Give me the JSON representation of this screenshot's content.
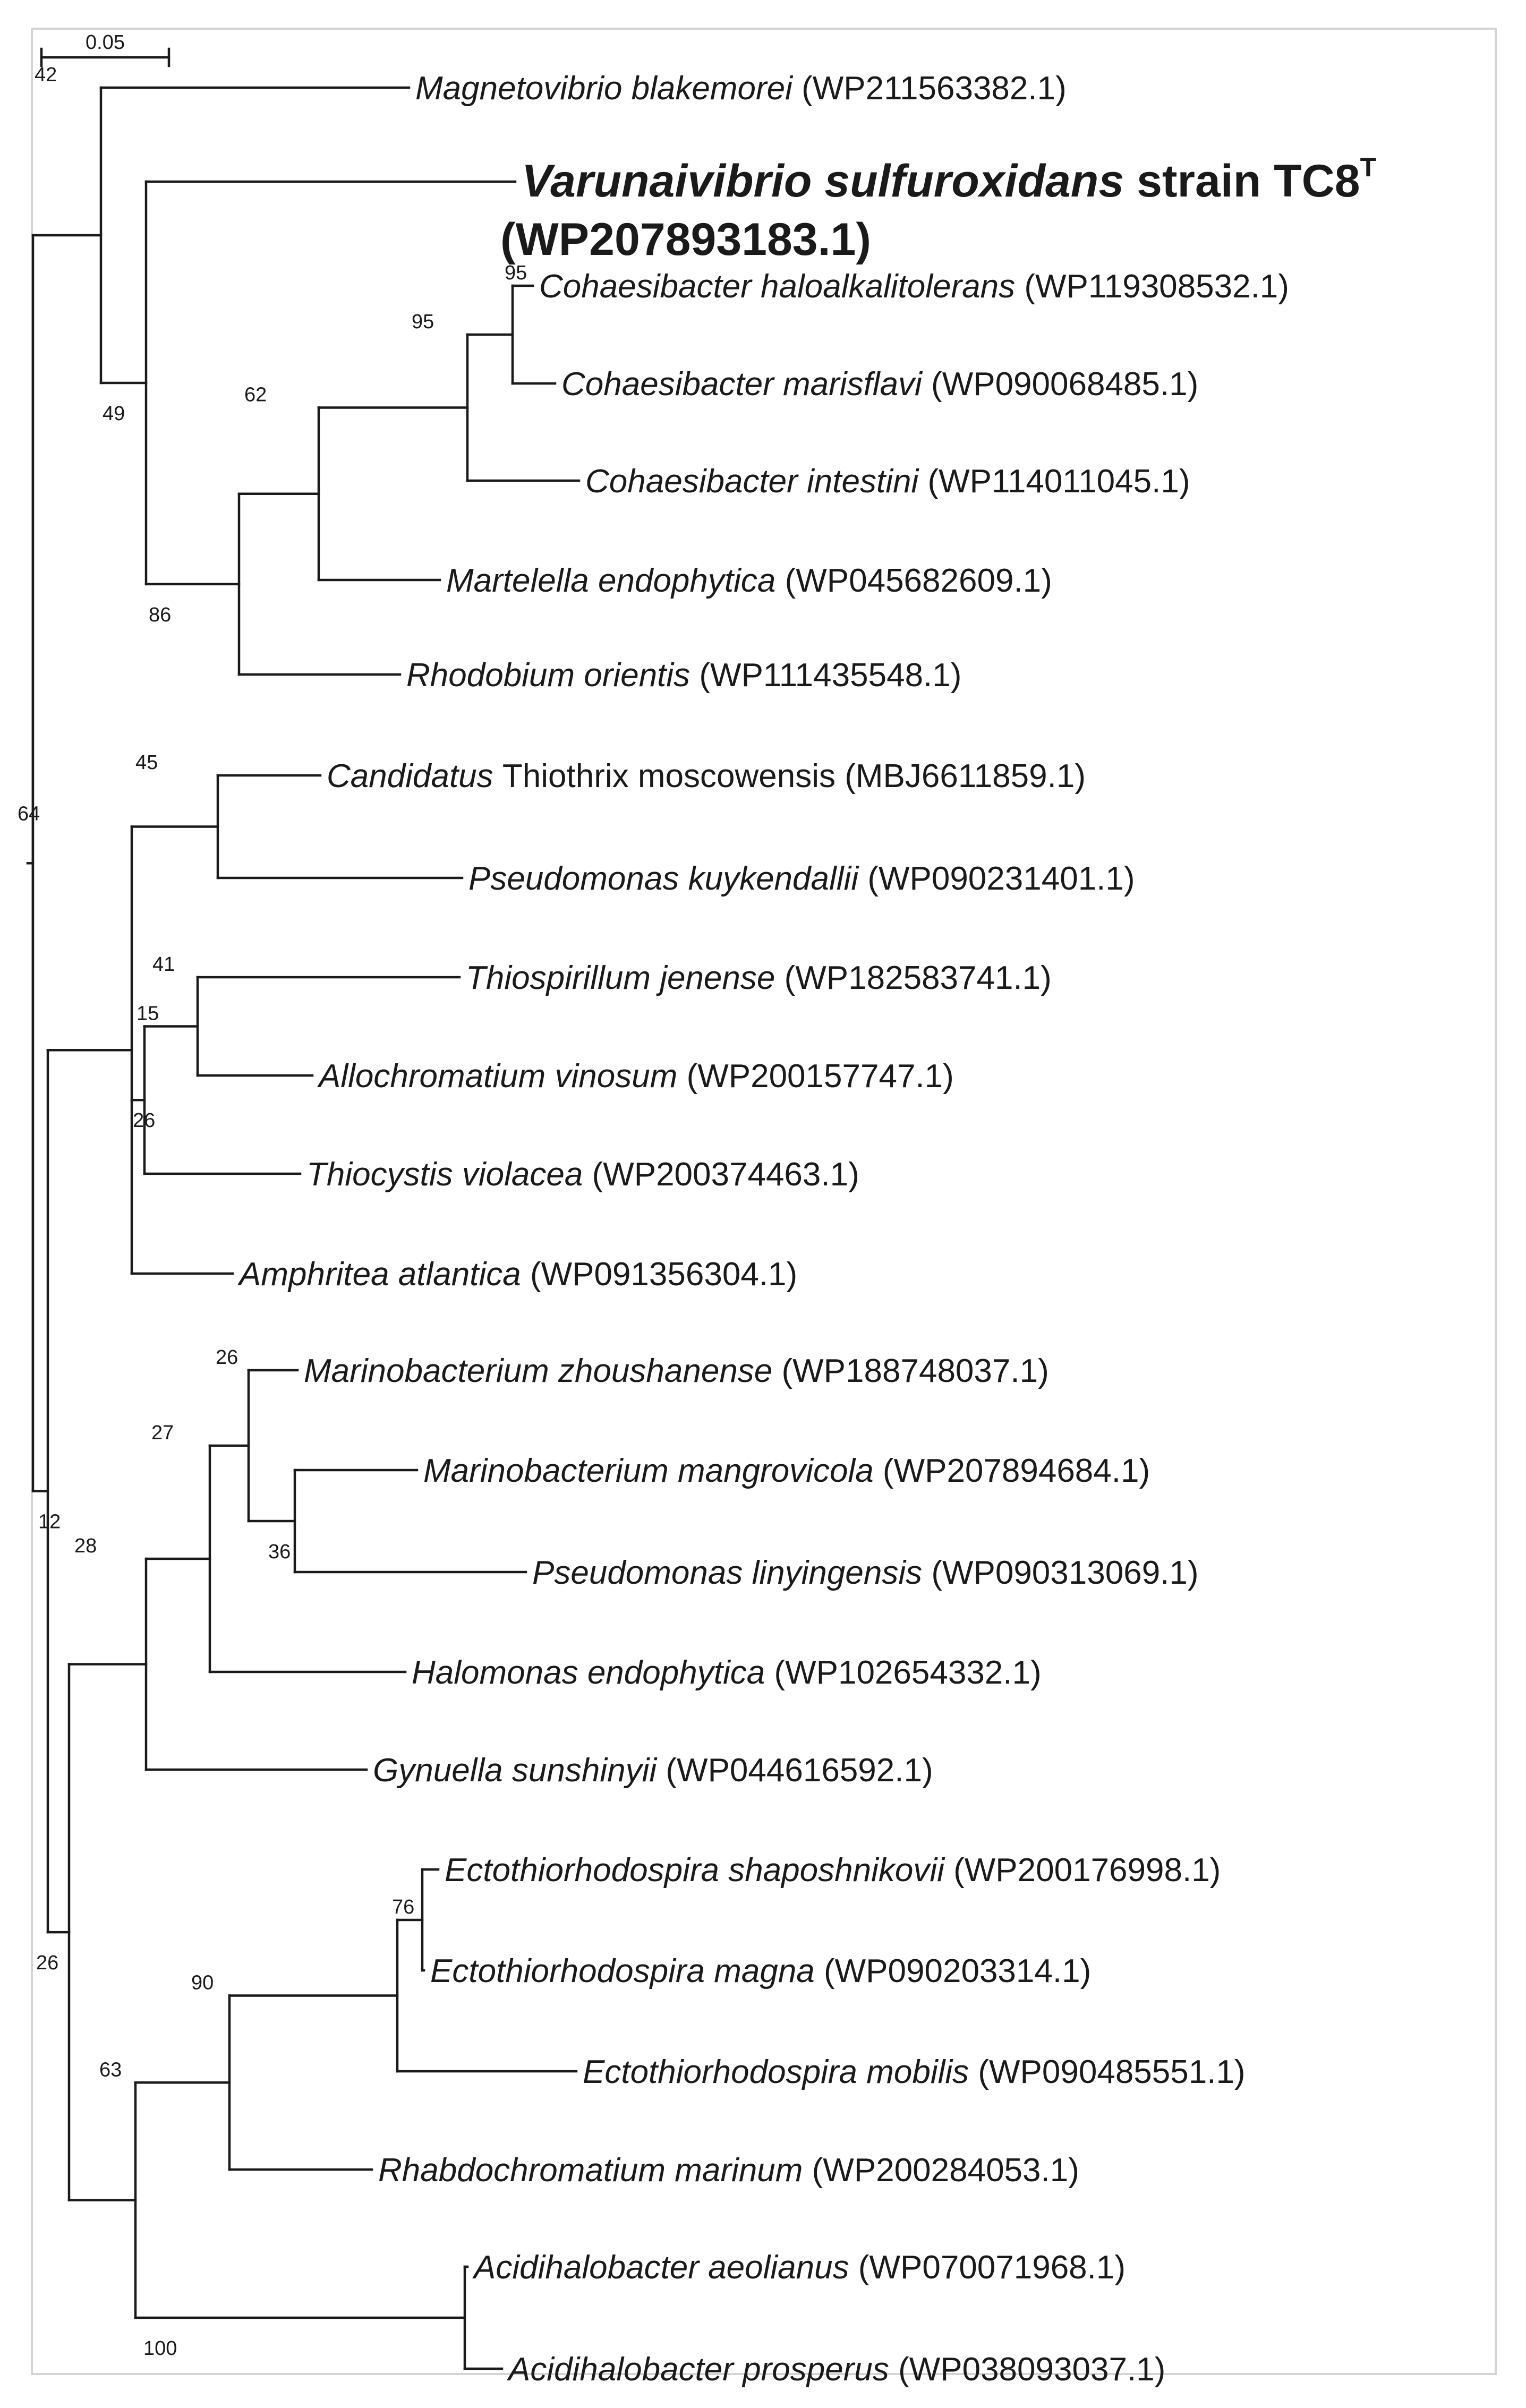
{
  "scale_bar": {
    "label": "0.05"
  },
  "leaves": [
    {
      "id": "magnetovibrio",
      "name": "Magnetovibrio blakemorei",
      "accession": "(WP211563382.1)"
    },
    {
      "id": "varunaivibrio",
      "name": "Varunaivibrio sulfuroxidans",
      "suffix": "strain TC8",
      "sup": "T",
      "accession": "(WP207893183.1)"
    },
    {
      "id": "cohaesibacter-haloalkalitolerans",
      "name": "Cohaesibacter haloalkalitolerans",
      "accession": "(WP119308532.1)"
    },
    {
      "id": "cohaesibacter-marisflavi",
      "name": "Cohaesibacter marisflavi",
      "accession": "(WP090068485.1)"
    },
    {
      "id": "cohaesibacter-intestini",
      "name": "Cohaesibacter intestini",
      "accession": "(WP114011045.1)"
    },
    {
      "id": "martelella",
      "name": "Martelella endophytica",
      "accession": "(WP045682609.1)"
    },
    {
      "id": "rhodobium",
      "name": "Rhodobium orientis",
      "accession": "(WP111435548.1)"
    },
    {
      "id": "thiothrix",
      "prefix": "Candidatus",
      "name": "Thiothrix moscowensis",
      "accession": "(MBJ6611859.1)"
    },
    {
      "id": "pseudomonas-kuykendallii",
      "name": "Pseudomonas kuykendallii",
      "accession": "(WP090231401.1)"
    },
    {
      "id": "thiospirillum",
      "name": "Thiospirillum jenense",
      "accession": "(WP182583741.1)"
    },
    {
      "id": "allochromatium",
      "name": "Allochromatium vinosum",
      "accession": "(WP200157747.1)"
    },
    {
      "id": "thiocystis",
      "name": "Thiocystis violacea",
      "accession": "(WP200374463.1)"
    },
    {
      "id": "amphritea",
      "name": "Amphritea atlantica",
      "accession": "(WP091356304.1)"
    },
    {
      "id": "marinobacterium-zhoushanense",
      "name": "Marinobacterium zhoushanense",
      "accession": "(WP188748037.1)"
    },
    {
      "id": "marinobacterium-mangrovicola",
      "name": "Marinobacterium mangrovicola",
      "accession": "(WP207894684.1)"
    },
    {
      "id": "pseudomonas-linyingensis",
      "name": "Pseudomonas linyingensis",
      "accession": "(WP090313069.1)"
    },
    {
      "id": "halomonas",
      "name": "Halomonas endophytica",
      "accession": "(WP102654332.1)"
    },
    {
      "id": "gynuella",
      "name": "Gynuella sunshinyii",
      "accession": "(WP044616592.1)"
    },
    {
      "id": "ectothiorhodospira-shaposhnikovii",
      "name": "Ectothiorhodospira shaposhnikovii",
      "accession": "(WP200176998.1)"
    },
    {
      "id": "ectothiorhodospira-magna",
      "name": "Ectothiorhodospira magna",
      "accession": "(WP090203314.1)"
    },
    {
      "id": "ectothiorhodospira-mobilis",
      "name": "Ectothiorhodospira mobilis",
      "accession": "(WP090485551.1)"
    },
    {
      "id": "rhabdochromatium",
      "name": "Rhabdochromatium marinum",
      "accession": "(WP200284053.1)"
    },
    {
      "id": "acidihalobacter-aeolianus",
      "name": "Acidihalobacter aeolianus",
      "accession": "(WP070071968.1)"
    },
    {
      "id": "acidihalobacter-prosperus",
      "name": "Acidihalobacter prosperus",
      "accession": "(WP038093037.1)"
    }
  ],
  "bootstrap_values": [
    "95",
    "95",
    "62",
    "86",
    "49",
    "45",
    "41",
    "26",
    "15",
    "64",
    "42",
    "26",
    "36",
    "27",
    "28",
    "76",
    "90",
    "63",
    "100",
    "26",
    "12"
  ]
}
